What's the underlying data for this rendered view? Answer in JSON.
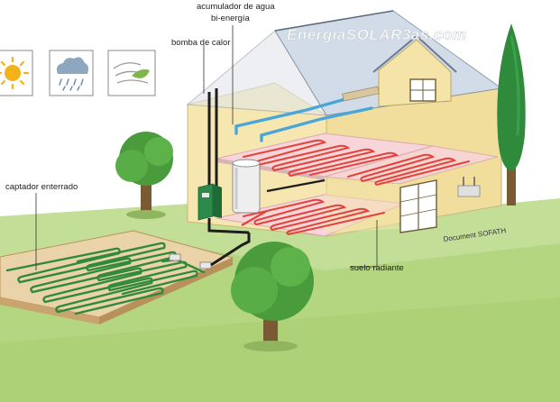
{
  "watermark": "EnergiaSOLAR3as.com",
  "labels": {
    "water_tank": "acumulador de agua",
    "water_tank_sub": "bi-energía",
    "heat_pump": "bomba de calor",
    "ground_collector": "captador enterrado",
    "radiant_floor": "suelo radiante",
    "credit": "Document SOFATH"
  },
  "icons": [
    "sun-icon",
    "rain-cloud-icon",
    "wind-leaf-icon"
  ],
  "colors": {
    "sky": "#ffffff",
    "grass": "#b9d98a",
    "grass_dark": "#a4cb72",
    "soil": "#d7b98c",
    "pipe_green": "#2f8a3c",
    "floor_pink": "#f6d3d6",
    "floor_pipe": "#e2443c",
    "wall": "#f3e3a6",
    "roof": "#c9d6e3",
    "duct_blue": "#4aa6d8"
  }
}
